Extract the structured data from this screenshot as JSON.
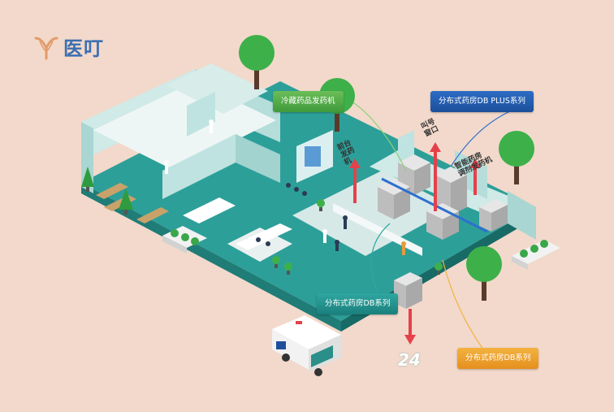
{
  "logo": {
    "icon": "y-logo-icon",
    "text": "医叮",
    "color": "#3c6fb1"
  },
  "callouts": {
    "fridge": {
      "label": "冷藏药品发药机",
      "color": "#4ea843"
    },
    "db_plus": {
      "label": "分布式药房DB PLUS系列",
      "color": "#1f5aa8"
    },
    "db_teal": {
      "label": "分布式药房DB系列",
      "color": "#22918c"
    },
    "db_orange": {
      "label": "分布式药房DB系列",
      "color": "#ee9f2b"
    }
  },
  "wall_signs": {
    "front_desk": "前台\n发药机",
    "call_window": "叫号\n窗口",
    "smart_pharmacy": "智能药房\n调剂发药机",
    "service_24h": "24"
  },
  "colors": {
    "background": "#f2d9cb",
    "floor": "#2d9f99",
    "wall": "#bfe3e0",
    "tree": "#3db04a"
  }
}
